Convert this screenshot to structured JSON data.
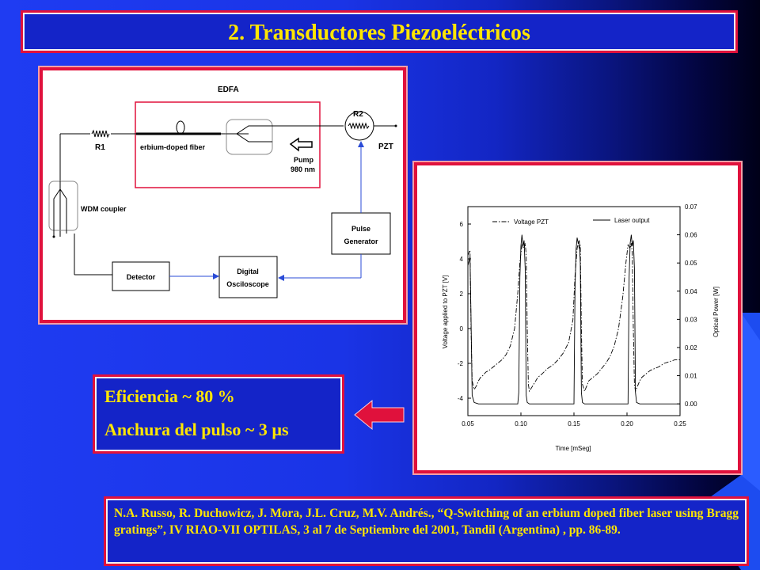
{
  "slide": {
    "title": "2. Transductores Piezoeléctricos",
    "colors": {
      "title_text": "#ffe600",
      "frame": "#e0113c",
      "background": "#1f3cf2"
    }
  },
  "diagram": {
    "labels": {
      "edfa": "EDFA",
      "r1": "R1",
      "r2": "R2",
      "erbium": "erbium-doped fiber",
      "pump_line1": "Pump",
      "pump_line2": "980 nm",
      "pzt": "PZT",
      "wdm": "WDM coupler",
      "pulse_line1": "Pulse",
      "pulse_line2": "Generator",
      "detector": "Detector",
      "osc_line1": "Digital",
      "osc_line2": "Osciloscope"
    }
  },
  "chart_data": {
    "type": "line",
    "xlabel": "Time [mSeg]",
    "ylabel": "Voltage applied to PZT [V]",
    "y2label": "Optical Power [W]",
    "xlim": [
      0.05,
      0.25
    ],
    "ylim": [
      -5,
      7
    ],
    "y2lim": [
      -0.00417,
      0.07
    ],
    "x_ticks": [
      "0.05",
      "0.10",
      "0.15",
      "0.20",
      "0.25"
    ],
    "y_ticks": [
      "6",
      "4",
      "2",
      "0",
      "-2",
      "-4"
    ],
    "y2_ticks": [
      "0.07",
      "0.06",
      "0.05",
      "0.04",
      "0.03",
      "0.02",
      "0.01",
      "0.00"
    ],
    "legend_position": "top",
    "series": [
      {
        "name": "Voltage PZT",
        "style": "dash-dot",
        "x": [
          0.05,
          0.052,
          0.053,
          0.054,
          0.056,
          0.058,
          0.06,
          0.062,
          0.064,
          0.067,
          0.07,
          0.074,
          0.078,
          0.082,
          0.086,
          0.09,
          0.094,
          0.097,
          0.099,
          0.101,
          0.103,
          0.104,
          0.105,
          0.106,
          0.107,
          0.108,
          0.11,
          0.112,
          0.114,
          0.116,
          0.12,
          0.125,
          0.13,
          0.135,
          0.14,
          0.145,
          0.149,
          0.151,
          0.153,
          0.154,
          0.155,
          0.156,
          0.157,
          0.158,
          0.16,
          0.162,
          0.164,
          0.168,
          0.172,
          0.176,
          0.18,
          0.184,
          0.188,
          0.192,
          0.196,
          0.199,
          0.201,
          0.203,
          0.204,
          0.205,
          0.206,
          0.207,
          0.208,
          0.21,
          0.212,
          0.214,
          0.218,
          0.222,
          0.226,
          0.23,
          0.235,
          0.24,
          0.245,
          0.25
        ],
        "y": [
          4.2,
          4.5,
          0.0,
          -3.0,
          -3.5,
          -3.3,
          -3.0,
          -2.8,
          -2.7,
          -2.5,
          -2.4,
          -2.2,
          -2.0,
          -1.8,
          -1.5,
          -1.0,
          0.0,
          2.0,
          3.8,
          4.8,
          4.6,
          4.9,
          4.2,
          0.0,
          -3.2,
          -3.6,
          -3.4,
          -3.2,
          -3.0,
          -2.8,
          -2.6,
          -2.3,
          -2.1,
          -1.8,
          -1.4,
          -0.8,
          0.5,
          3.0,
          4.6,
          4.9,
          4.6,
          4.8,
          0.0,
          -3.2,
          -3.6,
          -3.3,
          -3.0,
          -2.8,
          -2.6,
          -2.3,
          -2.0,
          -1.6,
          -1.0,
          0.0,
          1.8,
          3.8,
          4.8,
          4.6,
          4.9,
          4.3,
          0.0,
          -3.2,
          -3.6,
          -3.3,
          -3.0,
          -2.8,
          -2.6,
          -2.4,
          -2.3,
          -2.2,
          -2.0,
          -1.9,
          -1.8,
          -1.8
        ]
      },
      {
        "name": "Laser output",
        "style": "solid",
        "x": [
          0.05,
          0.052,
          0.053,
          0.054,
          0.056,
          0.06,
          0.08,
          0.097,
          0.098,
          0.099,
          0.1,
          0.101,
          0.102,
          0.103,
          0.104,
          0.105,
          0.106,
          0.108,
          0.12,
          0.15,
          0.151,
          0.152,
          0.153,
          0.154,
          0.155,
          0.156,
          0.157,
          0.158,
          0.16,
          0.18,
          0.201,
          0.202,
          0.203,
          0.204,
          0.205,
          0.206,
          0.207,
          0.208,
          0.209,
          0.212,
          0.23,
          0.25
        ],
        "y": [
          0.049,
          0.052,
          0.03,
          0.003,
          0.0005,
          0.0,
          0.0,
          0.0,
          0.004,
          0.045,
          0.056,
          0.06,
          0.056,
          0.058,
          0.048,
          0.003,
          0.0005,
          0.0,
          0.0,
          0.0,
          0.04,
          0.055,
          0.059,
          0.057,
          0.058,
          0.05,
          0.004,
          0.0005,
          0.0,
          0.0,
          0.0,
          0.045,
          0.057,
          0.06,
          0.056,
          0.058,
          0.048,
          0.004,
          0.0005,
          0.0,
          0.0,
          0.0
        ]
      }
    ]
  },
  "results": {
    "efficiency": "Eficiencia ~ 80 %",
    "pulse_width": "Anchura del pulso ~ 3 µs"
  },
  "reference": "N.A. Russo, R. Duchowicz, J. Mora, J.L. Cruz, M.V. Andrés., “Q-Switching of an erbium doped fiber laser using Bragg gratings”, IV RIAO-VII OPTILAS, 3 al 7 de Septiembre del 2001, Tandil (Argentina) , pp. 86-89."
}
